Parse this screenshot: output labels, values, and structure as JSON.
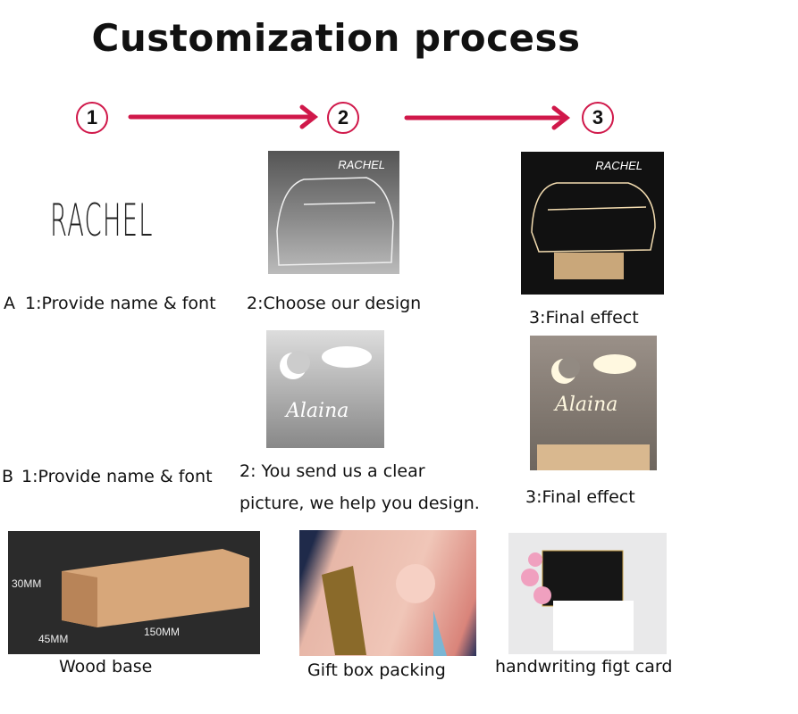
{
  "title": "Customization process",
  "steps": [
    "1",
    "2",
    "3"
  ],
  "accent": "#d0184a",
  "name_sample": "RACHEL",
  "row_a": {
    "prefix": "A",
    "step1": "1:Provide name & font",
    "step2": "2:Choose our design",
    "step3": "3:Final effect",
    "image_text": "RACHEL"
  },
  "row_b": {
    "prefix": "B",
    "step1": "1:Provide name & font",
    "step2_line1": "2: You send us a clear",
    "step2_line2": "picture, we help you design.",
    "step3": "3:Final effect",
    "image_text": "Alaina"
  },
  "extras": {
    "wood_base": {
      "label": "Wood base",
      "dims": [
        "30MM",
        "45MM",
        "150MM"
      ]
    },
    "gift_box": {
      "label": "Gift box packing"
    },
    "card": {
      "label": "handwriting figt card"
    }
  }
}
